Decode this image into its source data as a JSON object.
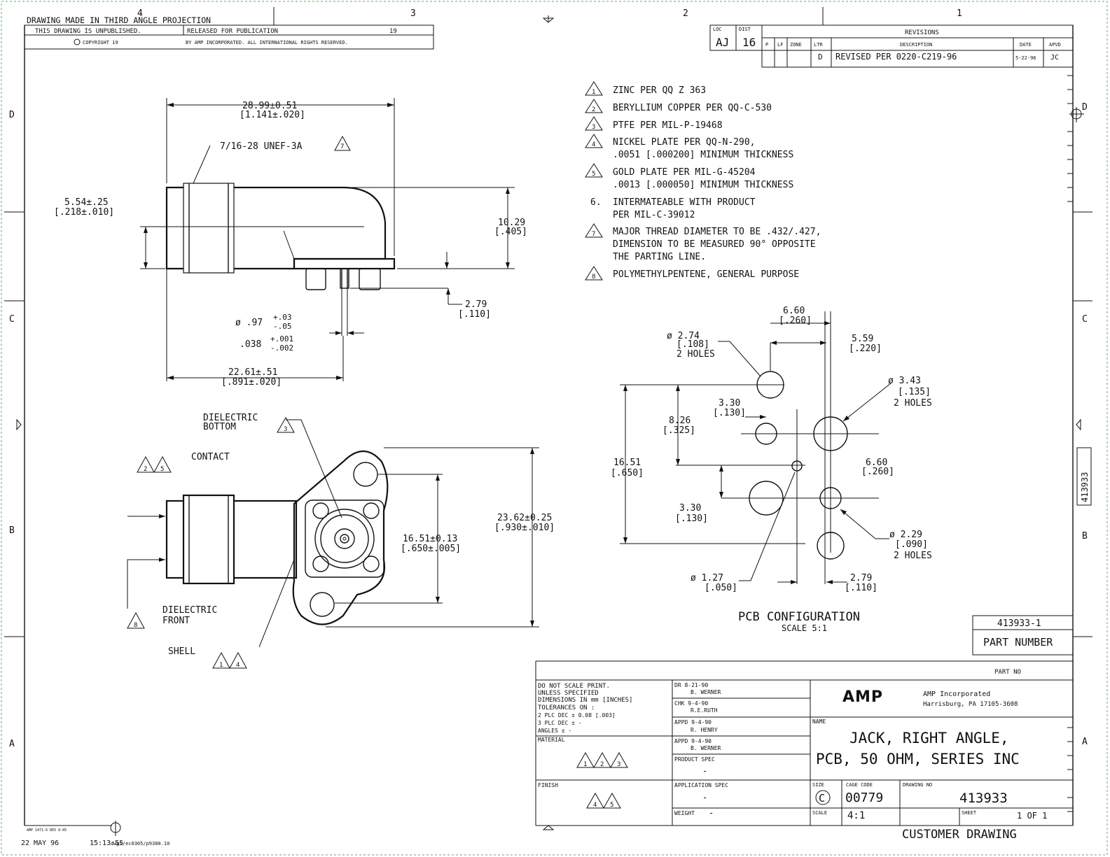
{
  "zone_labels": {
    "top": [
      "4",
      "3",
      "2",
      "1"
    ],
    "left": [
      "D",
      "C",
      "B",
      "A"
    ],
    "right": [
      "D",
      "C",
      "B",
      "A"
    ]
  },
  "header": {
    "projection": "DRAWING MADE IN THIRD ANGLE PROJECTION",
    "unpublished": "THIS DRAWING IS UNPUBLISHED.",
    "released": "RELEASED FOR PUBLICATION",
    "year": "19",
    "copyright": "COPYRIGHT 19",
    "rights": "BY AMP INCORPORATED.  ALL INTERNATIONAL RIGHTS RESERVED."
  },
  "revisions": {
    "title": "REVISIONS",
    "loc_label": "LOC",
    "dist_label": "DIST",
    "loc": "AJ",
    "dist": "16",
    "col_p": "P",
    "col_lf": "LF",
    "col_zone": "ZONE",
    "col_ltr": "LTR",
    "col_desc": "DESCRIPTION",
    "col_date": "DATE",
    "col_apvd": "APVD",
    "ltr": "D",
    "desc": "REVISED PER 0220-C219-96",
    "date": "5-22-96",
    "apvd": "JC"
  },
  "notes": [
    {
      "num": "1",
      "flag": true,
      "text": [
        "ZINC PER QQ Z 363"
      ]
    },
    {
      "num": "2",
      "flag": true,
      "text": [
        "BERYLLIUM COPPER PER QQ-C-530"
      ]
    },
    {
      "num": "3",
      "flag": true,
      "text": [
        "PTFE PER MIL-P-19468"
      ]
    },
    {
      "num": "4",
      "flag": true,
      "text": [
        "NICKEL PLATE PER QQ-N-290,",
        ".0051 [.000200] MINIMUM THICKNESS"
      ]
    },
    {
      "num": "5",
      "flag": true,
      "text": [
        "GOLD PLATE PER MIL-G-45204",
        ".0013 [.000050] MINIMUM THICKNESS"
      ]
    },
    {
      "num": "6.",
      "flag": false,
      "text": [
        "INTERMATEABLE WITH PRODUCT",
        "PER MIL-C-39012"
      ]
    },
    {
      "num": "7",
      "flag": true,
      "text": [
        "MAJOR THREAD DIAMETER TO BE .432/.427,",
        "DIMENSION TO BE MEASURED 90° OPPOSITE",
        "THE PARTING LINE."
      ]
    },
    {
      "num": "8",
      "flag": true,
      "text": [
        "POLYMETHYLPENTENE, GENERAL PURPOSE"
      ]
    }
  ],
  "side_view": {
    "overall": "28.99±0.51",
    "overall_in": "[1.141±.020]",
    "thread": "7/16-28 UNEF-3A",
    "thread_flag": "7",
    "center": "5.54±.25",
    "center_in": "[.218±.010]",
    "height": "10.29",
    "height_in": "[.405]",
    "pin_len": "2.79",
    "pin_len_in": "[.110]",
    "pin_dia": "ø .97",
    "pin_tol_plus": "+.03",
    "pin_tol_minus": "-.05",
    "pin_dia_in": ".038",
    "pin_in_plus": "+.001",
    "pin_in_minus": "-.002",
    "base_len": "22.61±.51",
    "base_len_in": "[.891±.020]"
  },
  "front_view": {
    "dielectric_bottom": [
      "DIELECTRIC",
      "BOTTOM"
    ],
    "dielectric_bottom_flag": "3",
    "contact": "CONTACT",
    "contact_flags": [
      "2",
      "5"
    ],
    "dielectric_front": [
      "DIELECTRIC",
      "FRONT"
    ],
    "dielectric_front_flag": "8",
    "shell": "SHELL",
    "shell_flags": [
      "1",
      "4"
    ],
    "hole_spacing": "16.51±0.13",
    "hole_spacing_in": "[.650±.005]",
    "flange": "23.62±0.25",
    "flange_in": "[.930±.010]"
  },
  "pcb": {
    "title": "PCB CONFIGURATION",
    "scale": "SCALE 5:1",
    "d1": "6.60",
    "d1_in": "[.260]",
    "d2": "5.59",
    "d2_in": "[.220]",
    "hole_a": "ø 2.74",
    "hole_a_in": "[.108]",
    "hole_a_qty": "2 HOLES",
    "hole_b": "ø 3.43",
    "hole_b_in": "[.135]",
    "hole_b_qty": "2 HOLES",
    "d3": "3.30",
    "d3_in": "[.130]",
    "d4": "8.26",
    "d4_in": "[.325]",
    "d5": "16.51",
    "d5_in": "[.650]",
    "d6": "6.60",
    "d6_in": "[.260]",
    "d7": "3.30",
    "d7_in": "[.130]",
    "hole_c": "ø 2.29",
    "hole_c_in": "[.090]",
    "hole_c_qty": "2 HOLES",
    "hole_d": "ø 1.27",
    "hole_d_in": "[.050]",
    "d8": "2.79",
    "d8_in": "[.110]"
  },
  "part_box": {
    "part": "413933-1",
    "label": "PART NUMBER",
    "side_number": "413933"
  },
  "title_block": {
    "part_no_label": "PART NO",
    "tolerances": [
      "DO NOT SCALE PRINT.",
      "UNLESS SPECIFIED",
      "DIMENSIONS IN mm [INCHES]",
      "TOLERANCES ON :",
      "2 PLC DEC ± 0.08 [.003]",
      "3 PLC DEC ± -",
      "ANGLES    ± -"
    ],
    "dr": [
      "DR  8-21-90",
      "B. WERNER"
    ],
    "chk": [
      "CHK 9-4-90",
      "R.E.RUTH"
    ],
    "appd1": [
      "APPD  9-4-90",
      "R. HENRY"
    ],
    "appd2": [
      "APPD  9-4-90",
      "B. WERNER"
    ],
    "material_label": "MATERIAL",
    "material_flags": [
      "1",
      "2",
      "3"
    ],
    "product_spec_label": "PRODUCT SPEC",
    "product_spec": "-",
    "finish_label": "FINISH",
    "finish_flags": [
      "4",
      "5"
    ],
    "app_spec_label": "APPLICATION SPEC",
    "app_spec": "-",
    "weight_label": "WEIGHT",
    "weight": "-",
    "company_logo": "AMP",
    "company_name": "AMP Incorporated",
    "company_addr": "Harrisburg, PA 17105-3608",
    "name_label": "NAME",
    "name_line1": "JACK, RIGHT ANGLE,",
    "name_line2": "PCB, 50 OHM, SERIES INC",
    "size_label": "SIZE",
    "size": "C",
    "cage_label": "CAGE CODE",
    "cage": "00779",
    "dwg_label": "DRAWING NO",
    "dwg": "413933",
    "scale_label": "SCALE",
    "scale": "4:1",
    "sheet_label": "SHEET",
    "sheet": "1 OF 1",
    "footer": "CUSTOMER DRAWING"
  },
  "footer": {
    "form": "AMP 1471-6 REV 8-85",
    "date": "22 MAY 96",
    "time": "15:13:55",
    "file": "dwgs/ec0305/p9380.10"
  }
}
